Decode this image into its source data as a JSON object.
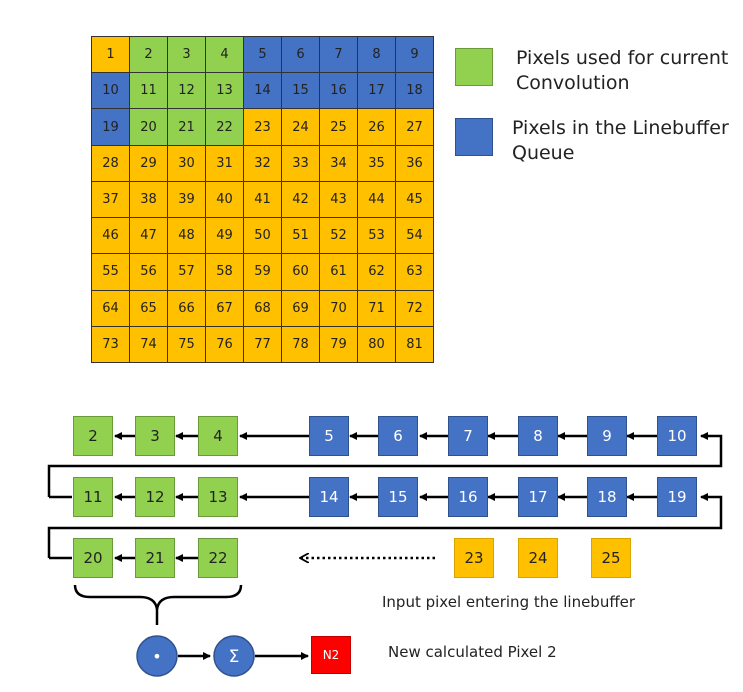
{
  "colors": {
    "orange": "#ffc000",
    "green": "#92d050",
    "blue": "#4472c4",
    "red": "#ff0000",
    "line": "#000000"
  },
  "grid": {
    "rows": 9,
    "cols": 9,
    "cells": [
      {
        "v": "1",
        "c": "orange"
      },
      {
        "v": "2",
        "c": "green"
      },
      {
        "v": "3",
        "c": "green"
      },
      {
        "v": "4",
        "c": "green"
      },
      {
        "v": "5",
        "c": "blue"
      },
      {
        "v": "6",
        "c": "blue"
      },
      {
        "v": "7",
        "c": "blue"
      },
      {
        "v": "8",
        "c": "blue"
      },
      {
        "v": "9",
        "c": "blue"
      },
      {
        "v": "10",
        "c": "blue"
      },
      {
        "v": "11",
        "c": "green"
      },
      {
        "v": "12",
        "c": "green"
      },
      {
        "v": "13",
        "c": "green"
      },
      {
        "v": "14",
        "c": "blue"
      },
      {
        "v": "15",
        "c": "blue"
      },
      {
        "v": "16",
        "c": "blue"
      },
      {
        "v": "17",
        "c": "blue"
      },
      {
        "v": "18",
        "c": "blue"
      },
      {
        "v": "19",
        "c": "blue"
      },
      {
        "v": "20",
        "c": "green"
      },
      {
        "v": "21",
        "c": "green"
      },
      {
        "v": "22",
        "c": "green"
      },
      {
        "v": "23",
        "c": "orange"
      },
      {
        "v": "24",
        "c": "orange"
      },
      {
        "v": "25",
        "c": "orange"
      },
      {
        "v": "26",
        "c": "orange"
      },
      {
        "v": "27",
        "c": "orange"
      },
      {
        "v": "28",
        "c": "orange"
      },
      {
        "v": "29",
        "c": "orange"
      },
      {
        "v": "30",
        "c": "orange"
      },
      {
        "v": "31",
        "c": "orange"
      },
      {
        "v": "32",
        "c": "orange"
      },
      {
        "v": "33",
        "c": "orange"
      },
      {
        "v": "34",
        "c": "orange"
      },
      {
        "v": "35",
        "c": "orange"
      },
      {
        "v": "36",
        "c": "orange"
      },
      {
        "v": "37",
        "c": "orange"
      },
      {
        "v": "38",
        "c": "orange"
      },
      {
        "v": "39",
        "c": "orange"
      },
      {
        "v": "40",
        "c": "orange"
      },
      {
        "v": "41",
        "c": "orange"
      },
      {
        "v": "42",
        "c": "orange"
      },
      {
        "v": "43",
        "c": "orange"
      },
      {
        "v": "44",
        "c": "orange"
      },
      {
        "v": "45",
        "c": "orange"
      },
      {
        "v": "46",
        "c": "orange"
      },
      {
        "v": "47",
        "c": "orange"
      },
      {
        "v": "48",
        "c": "orange"
      },
      {
        "v": "49",
        "c": "orange"
      },
      {
        "v": "50",
        "c": "orange"
      },
      {
        "v": "51",
        "c": "orange"
      },
      {
        "v": "52",
        "c": "orange"
      },
      {
        "v": "53",
        "c": "orange"
      },
      {
        "v": "54",
        "c": "orange"
      },
      {
        "v": "55",
        "c": "orange"
      },
      {
        "v": "56",
        "c": "orange"
      },
      {
        "v": "57",
        "c": "orange"
      },
      {
        "v": "58",
        "c": "orange"
      },
      {
        "v": "59",
        "c": "orange"
      },
      {
        "v": "60",
        "c": "orange"
      },
      {
        "v": "61",
        "c": "orange"
      },
      {
        "v": "62",
        "c": "orange"
      },
      {
        "v": "63",
        "c": "orange"
      },
      {
        "v": "64",
        "c": "orange"
      },
      {
        "v": "65",
        "c": "orange"
      },
      {
        "v": "66",
        "c": "orange"
      },
      {
        "v": "67",
        "c": "orange"
      },
      {
        "v": "68",
        "c": "orange"
      },
      {
        "v": "69",
        "c": "orange"
      },
      {
        "v": "70",
        "c": "orange"
      },
      {
        "v": "71",
        "c": "orange"
      },
      {
        "v": "72",
        "c": "orange"
      },
      {
        "v": "73",
        "c": "orange"
      },
      {
        "v": "74",
        "c": "orange"
      },
      {
        "v": "75",
        "c": "orange"
      },
      {
        "v": "76",
        "c": "orange"
      },
      {
        "v": "77",
        "c": "orange"
      },
      {
        "v": "78",
        "c": "orange"
      },
      {
        "v": "79",
        "c": "orange"
      },
      {
        "v": "80",
        "c": "orange"
      },
      {
        "v": "81",
        "c": "orange"
      }
    ]
  },
  "legend": {
    "green_label": "Pixels used for current Convolution",
    "blue_label": "Pixels in the Linebuffer Queue"
  },
  "queue": {
    "row1_green": [
      "2",
      "3",
      "4"
    ],
    "row1_blue": [
      "5",
      "6",
      "7",
      "8",
      "9",
      "10"
    ],
    "row2_green": [
      "11",
      "12",
      "13"
    ],
    "row2_blue": [
      "14",
      "15",
      "16",
      "17",
      "18",
      "19"
    ],
    "row3_green": [
      "20",
      "21",
      "22"
    ],
    "incoming": [
      "23",
      "24",
      "25"
    ]
  },
  "captions": {
    "input": "Input pixel entering the linebuffer",
    "output": "New calculated Pixel 2"
  },
  "ops": {
    "multiply_symbol": "•",
    "sum_symbol": "Σ",
    "result_label": "N2"
  }
}
